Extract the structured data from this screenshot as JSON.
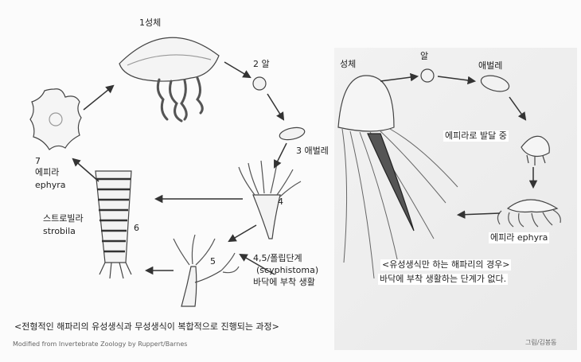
{
  "left_cycle": {
    "adult": "1성체",
    "egg": "2 알",
    "larva": "3 애벌레",
    "polyp_num": "4",
    "polyp_budding_num": "5",
    "polyp_desc_1": "4,5/폴립단계",
    "polyp_desc_2": "(scyphistoma)",
    "polyp_desc_3": "바닥에 부착 생활",
    "strobila_num": "6",
    "strobila_ko": "스트로빌라",
    "strobila_en": "strobila",
    "ephyra_num": "7",
    "ephyra_ko": "에피라",
    "ephyra_en": "ephyra",
    "caption": "<전형적인 해파리의 유성생식과 무성생식이 복합적으로 진행되는 과정>",
    "source": "Modified from Invertebrate Zoology by Ruppert/Barnes"
  },
  "right_cycle": {
    "adult": "성체",
    "egg": "알",
    "larva": "애벌레",
    "developing": "에피라로 발달 중",
    "ephyra": "에피라 ephyra",
    "caption_1": "<유성생식만 하는 해파리의 경우>",
    "caption_2": "바닥에 부착 생활하는 단계가 없다.",
    "credit": "그림/김봉동"
  },
  "colors": {
    "ink": "#333333",
    "accent": "#1a1a1a"
  }
}
